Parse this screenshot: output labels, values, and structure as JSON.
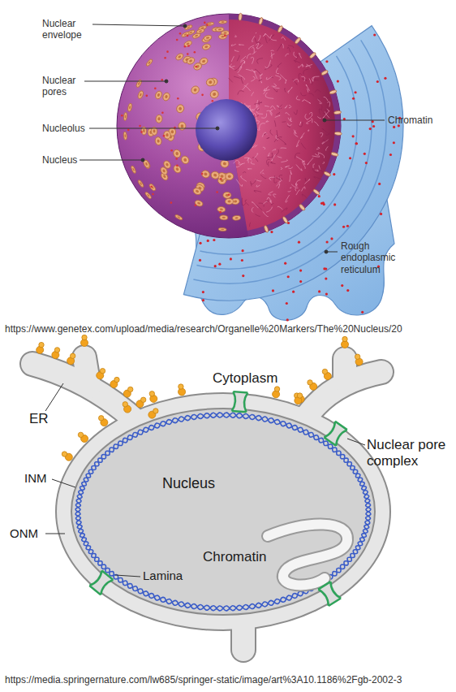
{
  "diagram": {
    "labels": [
      "Nuclear envelope",
      "Nuclear pores",
      "Nucleolus",
      "Nucleus",
      "Chromatin",
      "Rough endoplasmic reticulum",
      "https://www.genetex.com/upload/media/research/Organelle%20Markers/The%20Nucleus/20",
      "Cytoplasm",
      "ER",
      "Nuclear pore complex",
      "Nucleus",
      "INM",
      "Chromatin",
      "ONM",
      "Lamina",
      "https://media.springernature.com/lw685/springer-static/image/art%3A10.1186%2Fgb-2002-3"
    ]
  }
}
